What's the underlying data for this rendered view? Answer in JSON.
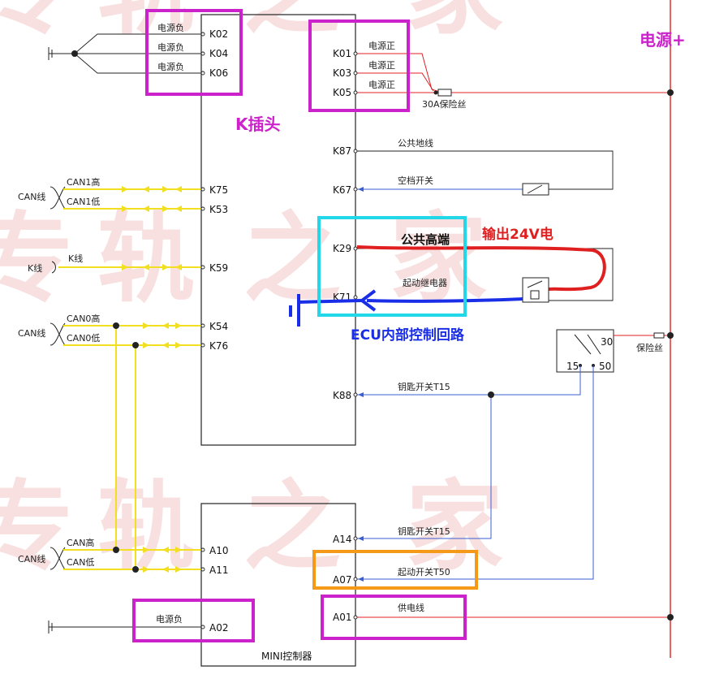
{
  "colors": {
    "red": "#e02020",
    "blue": "#3a5fd0",
    "yellow": "#f2e020",
    "magenta": "#cc22cc",
    "cyan": "#22d8e8",
    "orange": "#f49a18",
    "watermark": "#f4c8c8"
  },
  "watermark_chars": [
    "专",
    "轨",
    "之",
    "家",
    "专",
    "轨",
    "之",
    "家",
    "专",
    "轨",
    "之",
    "家"
  ],
  "power_plus_label": "电源+",
  "k_plug_label": "K插头",
  "fuse_30a_label": "30A保险丝",
  "fuse_label": "保险丝",
  "common_high_label": "公共高端",
  "output_24v_label": "输出24V电",
  "ecu_loop_label": "ECU内部控制回路",
  "mini_controller_label": "MINI控制器",
  "k_left_pins": [
    {
      "pin": "K02",
      "label": "电源负"
    },
    {
      "pin": "K04",
      "label": "电源负"
    },
    {
      "pin": "K06",
      "label": "电源负"
    },
    {
      "pin": "K75",
      "label": ""
    },
    {
      "pin": "K53",
      "label": ""
    },
    {
      "pin": "K59",
      "label": ""
    },
    {
      "pin": "K54",
      "label": ""
    },
    {
      "pin": "K76",
      "label": ""
    }
  ],
  "k_right_pins": [
    {
      "pin": "K01",
      "label": "电源正"
    },
    {
      "pin": "K03",
      "label": "电源正"
    },
    {
      "pin": "K05",
      "label": "电源正"
    },
    {
      "pin": "K87",
      "label": "公共地线"
    },
    {
      "pin": "K67",
      "label": "空档开关"
    },
    {
      "pin": "K29",
      "label": ""
    },
    {
      "pin": "K71",
      "label": "起动继电器"
    },
    {
      "pin": "K88",
      "label": "钥匙开关T15"
    }
  ],
  "left_wires": {
    "can1_high": "CAN1高",
    "can1_low": "CAN1低",
    "can_line": "CAN线",
    "k_line": "K线",
    "k_line_left": "K线",
    "can0_high": "CAN0高",
    "can0_low": "CAN0低",
    "can_high": "CAN高",
    "can_low": "CAN低"
  },
  "relay_terminals": [
    "30",
    "15",
    "50"
  ],
  "mini_left_pins": [
    {
      "pin": "A10",
      "label": ""
    },
    {
      "pin": "A11",
      "label": ""
    },
    {
      "pin": "A02",
      "label": "电源负"
    }
  ],
  "mini_right_pins": [
    {
      "pin": "A14",
      "label": "钥匙开关T15"
    },
    {
      "pin": "A07",
      "label": "起动开关T50"
    },
    {
      "pin": "A01",
      "label": "供电线"
    }
  ]
}
